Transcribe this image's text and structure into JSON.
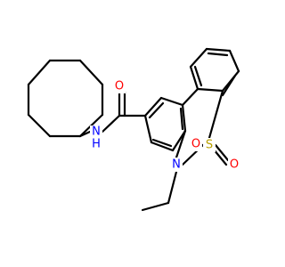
{
  "structure": {
    "atoms": {
      "amide_O": {
        "symbol": "O",
        "color": "#ff0000"
      },
      "amide_N": {
        "symbol": "N",
        "hydrogen": "H",
        "color": "#0000ff"
      },
      "ring_N": {
        "symbol": "N",
        "color": "#0000ff"
      },
      "sulfur": {
        "symbol": "S",
        "color": "#b8a000"
      },
      "sulfonyl_O1": {
        "symbol": "O",
        "color": "#ff0000"
      },
      "sulfonyl_O2": {
        "symbol": "O",
        "color": "#ff0000"
      }
    },
    "bond_color": "#000000"
  }
}
